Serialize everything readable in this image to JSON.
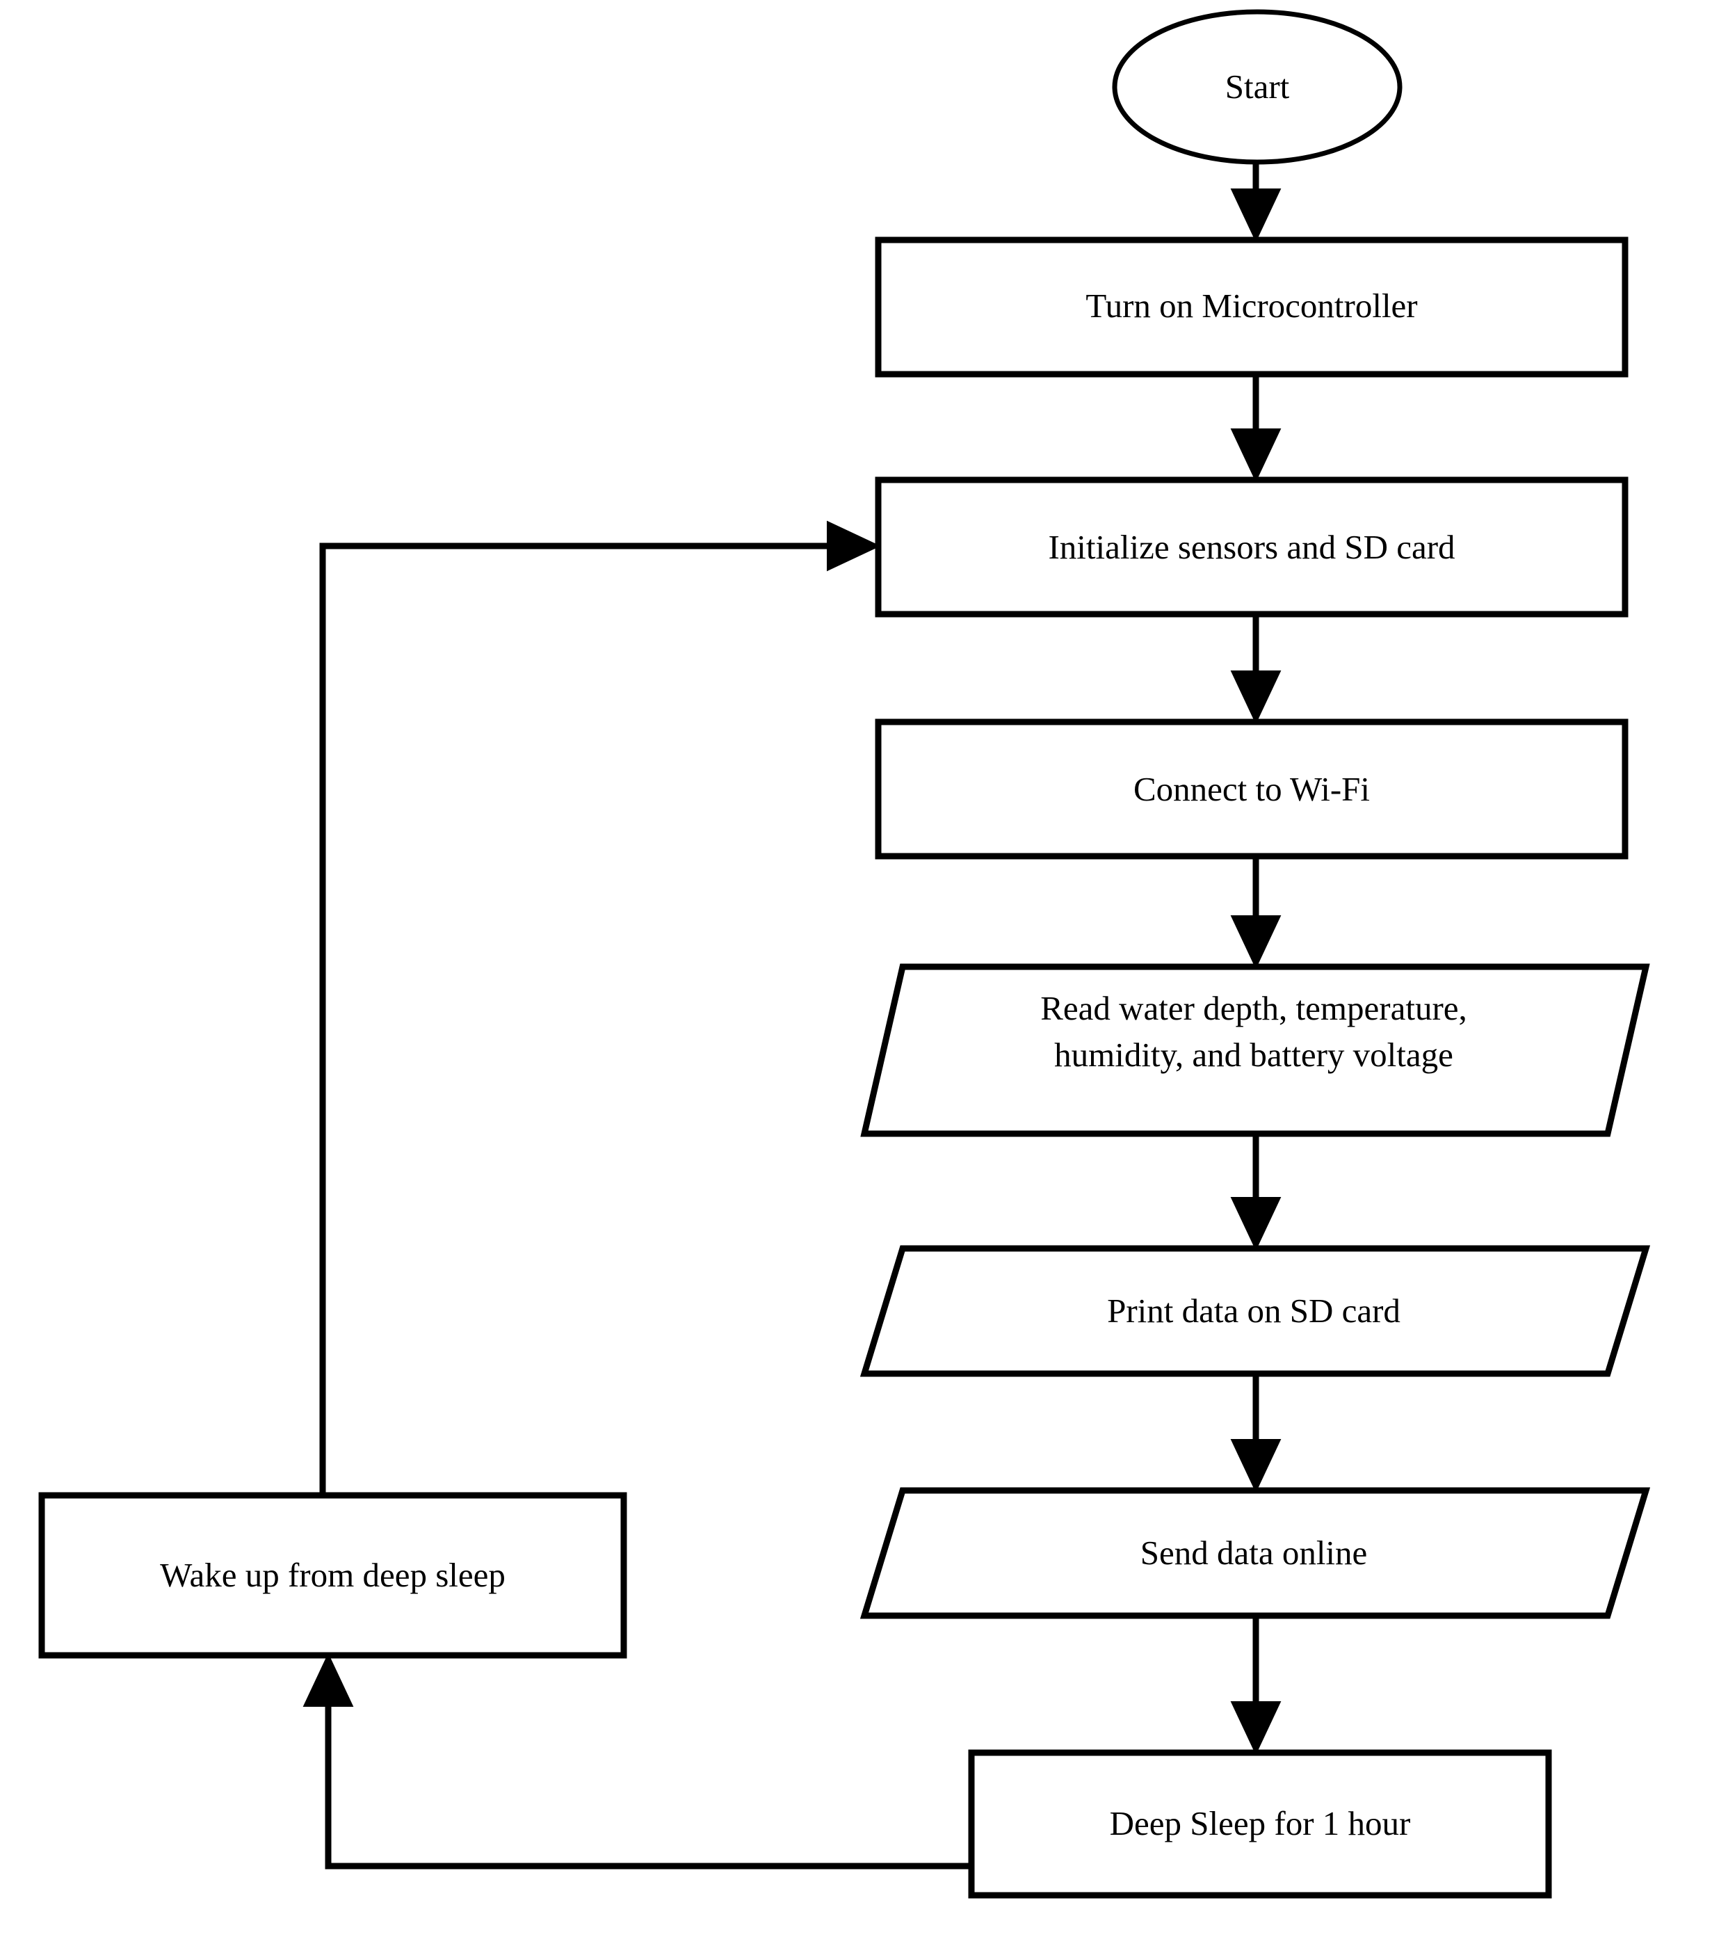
{
  "diagram": {
    "title": "",
    "type": "flowchart",
    "background_color": "#ffffff",
    "stroke_color": "#000000",
    "text_color": "#000000",
    "nodes": [
      {
        "id": "start",
        "shape": "ellipse",
        "label": "Start"
      },
      {
        "id": "turn_on",
        "shape": "rectangle",
        "label": "Turn on Microcontroller"
      },
      {
        "id": "init",
        "shape": "rectangle",
        "label": "Initialize sensors and SD card"
      },
      {
        "id": "wifi",
        "shape": "rectangle",
        "label": "Connect to Wi-Fi"
      },
      {
        "id": "read",
        "shape": "parallelogram",
        "label": "Read water depth, temperature, humidity, and battery voltage",
        "line1": "Read water depth, temperature,",
        "line2": "humidity, and battery voltage"
      },
      {
        "id": "print_sd",
        "shape": "parallelogram",
        "label": "Print data on SD card"
      },
      {
        "id": "send",
        "shape": "parallelogram",
        "label": "Send data online"
      },
      {
        "id": "deep_sleep",
        "shape": "rectangle",
        "label": "Deep Sleep for 1 hour"
      },
      {
        "id": "wake_up",
        "shape": "rectangle",
        "label": "Wake up from deep sleep"
      }
    ],
    "edges": [
      {
        "from": "start",
        "to": "turn_on",
        "label": ""
      },
      {
        "from": "turn_on",
        "to": "init",
        "label": ""
      },
      {
        "from": "init",
        "to": "wifi",
        "label": ""
      },
      {
        "from": "wifi",
        "to": "read",
        "label": ""
      },
      {
        "from": "read",
        "to": "print_sd",
        "label": ""
      },
      {
        "from": "print_sd",
        "to": "send",
        "label": ""
      },
      {
        "from": "send",
        "to": "deep_sleep",
        "label": ""
      },
      {
        "from": "deep_sleep",
        "to": "wake_up",
        "label": ""
      },
      {
        "from": "wake_up",
        "to": "init",
        "label": ""
      }
    ]
  }
}
